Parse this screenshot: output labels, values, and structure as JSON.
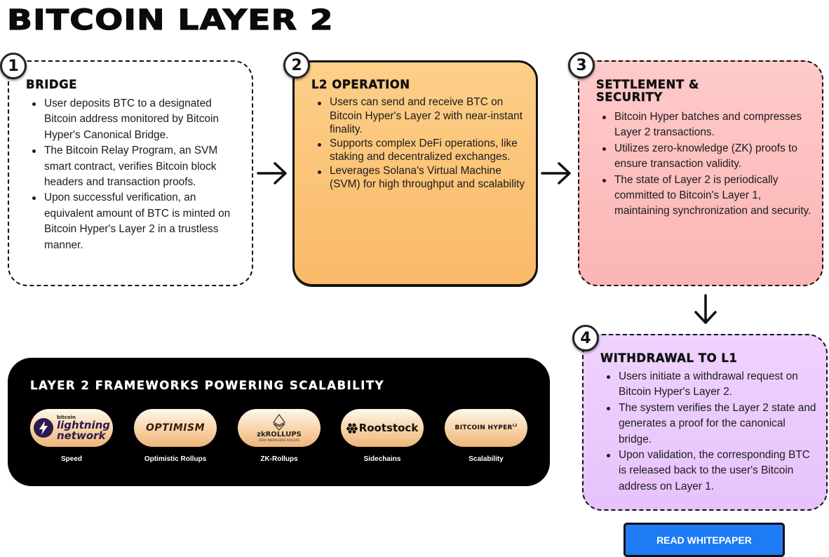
{
  "page": {
    "title": "BITCOIN LAYER 2"
  },
  "steps": [
    {
      "number": "1",
      "heading": "BRIDGE",
      "points": [
        "User deposits BTC to a designated Bitcoin address monitored by Bitcoin Hyper's Canonical Bridge.",
        "The Bitcoin Relay Program, an SVM smart contract, verifies Bitcoin block headers and transaction proofs.",
        "Upon successful verification, an equivalent amount of BTC is minted on Bitcoin Hyper's Layer 2 in a trustless manner."
      ]
    },
    {
      "number": "2",
      "heading": "L2 OPERATION",
      "points": [
        "Users can send and receive BTC on Bitcoin Hyper's Layer 2 with near-instant finality.",
        "Supports complex DeFi operations, like staking and decentralized exchanges.",
        "Leverages Solana's Virtual Machine (SVM) for high throughput and scalability"
      ]
    },
    {
      "number": "3",
      "heading": "SETTLEMENT & SECURITY",
      "points": [
        "Bitcoin Hyper batches and compresses Layer 2 transactions.",
        "Utilizes zero-knowledge (ZK) proofs to ensure transaction validity.",
        "The state of Layer 2 is periodically committed to Bitcoin's Layer 1, maintaining synchronization and security."
      ]
    },
    {
      "number": "4",
      "heading": "WITHDRAWAL TO L1",
      "points": [
        "Users initiate a withdrawal request on Bitcoin Hyper's Layer 2.",
        "The system verifies the Layer 2 state and generates a proof for the canonical bridge.",
        "Upon validation, the corresponding BTC is released back to the user's Bitcoin address on Layer 1."
      ]
    }
  ],
  "frameworks": {
    "title": "LAYER 2 FRAMEWORKS POWERING SCALABILITY",
    "items": [
      {
        "logo_small": "bitcoin",
        "logo_line1": "lightning",
        "logo_line2": "network",
        "label": "Speed",
        "icon": "lightning-bolt-icon"
      },
      {
        "logo": "OPTIMISM",
        "label": "Optimistic Rollups"
      },
      {
        "logo": "zkROLLUPS",
        "logo_sub": "ZERO KNOWLEDGE ROLLUPS",
        "label": "ZK-Rollups",
        "icon": "ethereum-diamond-icon"
      },
      {
        "logo": "Rootstock",
        "label": "Sidechains",
        "icon": "rootstock-icon"
      },
      {
        "logo": "BITCOIN HYPER",
        "logo_sup": "L2",
        "label": "Scalability"
      }
    ]
  },
  "cta": {
    "label": "READ WHITEPAPER"
  },
  "colors": {
    "step2": "#f9b968",
    "step3": "#fbb5b5",
    "step4": "#e6c3fb",
    "button": "#1f7af5"
  }
}
